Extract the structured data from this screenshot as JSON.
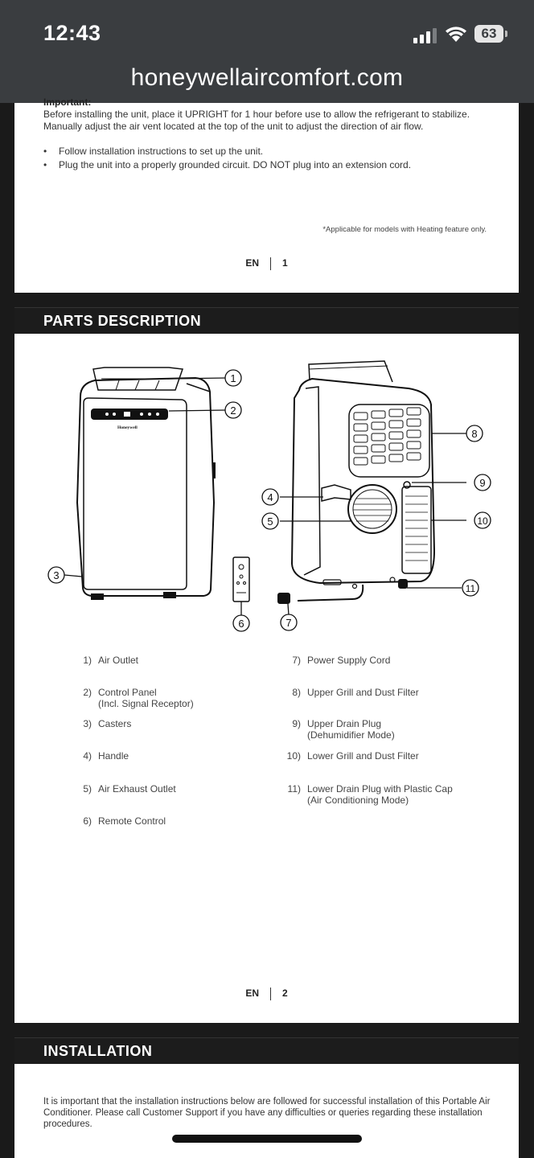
{
  "status_bar": {
    "time": "12:43",
    "battery": "63"
  },
  "browser": {
    "url": "honeywellaircomfort.com"
  },
  "page1": {
    "heading": "Important:",
    "lines": [
      "Before installing the unit, place it UPRIGHT for 1 hour before use to allow the refrigerant to stabilize.",
      "Manually adjust the air vent located at the top of the unit to adjust the direction of air flow."
    ],
    "bullets": [
      "Follow installation instructions to set up the unit.",
      "Plug the unit into a properly grounded circuit. DO NOT plug into an extension cord."
    ],
    "note": "*Applicable for models with Heating feature only.",
    "lang": "EN",
    "page_number": "1"
  },
  "parts_section": {
    "title": "PARTS DESCRIPTION",
    "brand_label": "Honeywell",
    "callouts": [
      "1",
      "2",
      "3",
      "4",
      "5",
      "6",
      "7",
      "8",
      "9",
      "10",
      "11"
    ],
    "parts_left": [
      {
        "num": "1)",
        "label": "Air Outlet",
        "sub": ""
      },
      {
        "num": "2)",
        "label": "Control Panel",
        "sub": "(Incl. Signal Receptor)"
      },
      {
        "num": "3)",
        "label": "Casters",
        "sub": ""
      },
      {
        "num": "4)",
        "label": "Handle",
        "sub": ""
      },
      {
        "num": "5)",
        "label": "Air Exhaust Outlet",
        "sub": ""
      },
      {
        "num": "6)",
        "label": "Remote Control",
        "sub": ""
      }
    ],
    "parts_right": [
      {
        "num": "7)",
        "label": "Power Supply Cord",
        "sub": ""
      },
      {
        "num": "8)",
        "label": "Upper Grill and Dust Filter",
        "sub": ""
      },
      {
        "num": "9)",
        "label": "Upper Drain Plug",
        "sub": "(Dehumidifier Mode)"
      },
      {
        "num": "10)",
        "label": "Lower Grill and Dust Filter",
        "sub": ""
      },
      {
        "num": "11)",
        "label": "Lower Drain Plug with Plastic Cap",
        "sub": "(Air Conditioning Mode)"
      }
    ],
    "lang": "EN",
    "page_number": "2"
  },
  "installation_section": {
    "title": "INSTALLATION",
    "text": "It is important that the installation instructions below are followed for successful installation of this Portable Air Conditioner. Please call Customer Support if you have any difficulties or queries regarding these installation procedures."
  }
}
